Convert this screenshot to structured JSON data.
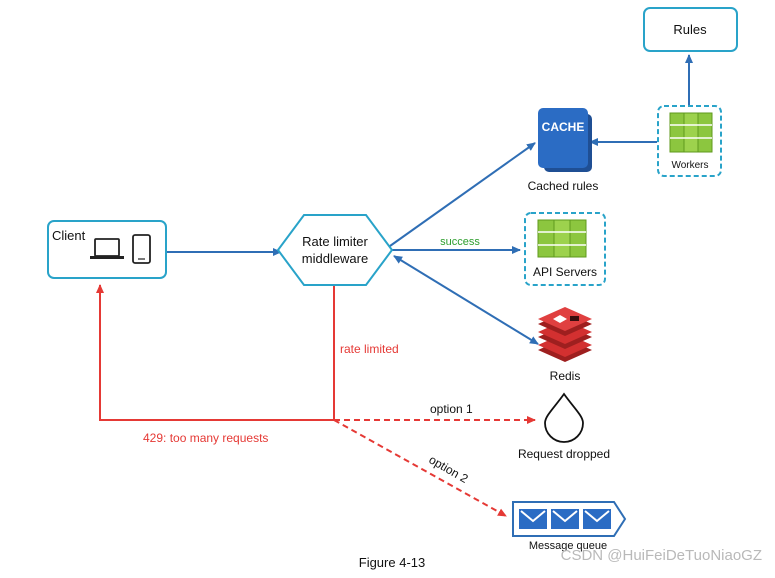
{
  "nodes": {
    "client": "Client",
    "rate_limiter_line1": "Rate limiter",
    "rate_limiter_line2": "middleware",
    "rules": "Rules",
    "cache_icon_text": "CACHE",
    "cached_rules": "Cached rules",
    "workers": "Workers",
    "api_servers": "API Servers",
    "redis": "Redis",
    "request_dropped": "Request dropped",
    "message_queue": "Message queue"
  },
  "edge_labels": {
    "success": "success",
    "rate_limited": "rate limited",
    "too_many_requests": "429: too many requests",
    "option1": "option 1",
    "option2": "option 2"
  },
  "caption": "Figure 4-13",
  "watermark": "CSDN @HuiFeiDeTuoNiaoGZ",
  "colors": {
    "blue_line": "#2f6eb5",
    "red_line": "#e53935",
    "node_border": "#29a3c9",
    "cache_blue": "#2b6cc4",
    "server_green": "#8cc63f",
    "redis_red": "#d33030",
    "success_green": "#2e9e2e"
  },
  "icons": [
    "laptop-icon",
    "phone-icon",
    "cache-icon",
    "server-rack-icon",
    "redis-icon",
    "drop-icon",
    "message-queue-icon"
  ]
}
